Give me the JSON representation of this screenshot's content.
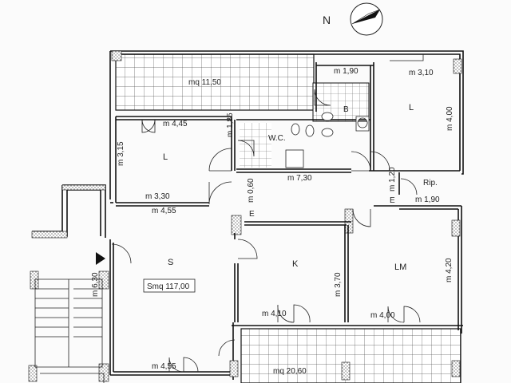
{
  "compass": {
    "label": "N"
  },
  "terrace_top": {
    "label": "mq 11,50"
  },
  "terrace_bottom": {
    "label": "mq 20,60"
  },
  "rooms": {
    "bedroom_left": {
      "name": "L",
      "width": "m 4,45",
      "depth": "m 3,15",
      "bottom": "m 3,30"
    },
    "bedroom_right": {
      "name": "L",
      "width": "m 3,10",
      "depth": "m 4,00"
    },
    "wc": {
      "name": "W.C.",
      "depth": "m 1,85"
    },
    "bath": {
      "name": "B",
      "width": "m 1,90"
    },
    "storage": {
      "name": "Rip.",
      "width": "m 1,90",
      "depth": "m 1,20"
    },
    "corridor": {
      "width": "m 7,30",
      "depth": "m 0,60"
    },
    "living": {
      "name": "S",
      "width": "m 4,55",
      "depth": "m 6,30",
      "bottom": "m 4,55"
    },
    "kitchen": {
      "name": "K",
      "width": "m 4,10",
      "depth": "m 3,70"
    },
    "living_main": {
      "name": "LM",
      "width": "m 4,00",
      "depth": "m 4,20"
    }
  },
  "area_box": {
    "label": "Smq 117,00"
  },
  "e_labels": [
    "E",
    "E"
  ]
}
